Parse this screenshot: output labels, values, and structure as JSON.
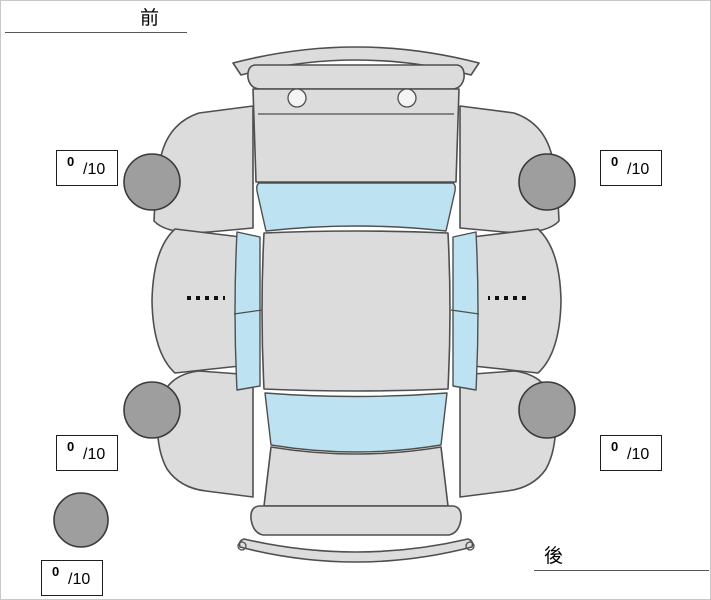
{
  "diagram": {
    "front_label": "前",
    "rear_label": "後",
    "tires": {
      "front_left": {
        "score": "0",
        "max": "/10"
      },
      "front_right": {
        "score": "0",
        "max": "/10"
      },
      "rear_left": {
        "score": "0",
        "max": "/10"
      },
      "rear_right": {
        "score": "0",
        "max": "/10"
      },
      "spare": {
        "score": "0",
        "max": "/10"
      }
    },
    "colors": {
      "body": "#dcdcdc",
      "glass": "#bde2f2",
      "tire": "#9e9e9e",
      "outline": "#4f4f4f",
      "border": "#c8c8c8"
    }
  }
}
